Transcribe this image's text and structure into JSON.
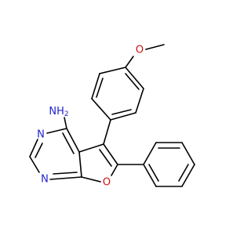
{
  "molecule": {
    "colors": {
      "carbon_bond": "#000000",
      "nitrogen": "#1f1fd0",
      "oxygen": "#d01010",
      "background": "#ffffff"
    },
    "labels": {
      "amine": "NH",
      "amine_subscript": "2",
      "nitrogen_top": "N",
      "nitrogen_bottom": "N",
      "furan_oxygen": "O",
      "methoxy_oxygen": "O"
    }
  }
}
